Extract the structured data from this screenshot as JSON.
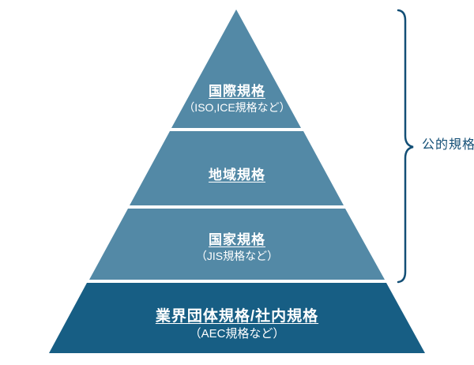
{
  "diagram": {
    "background": "#ffffff",
    "text_color": "#ffffff",
    "levels": [
      {
        "title": "国際規格",
        "subtitle": "（ISO,ICE規格など）",
        "color": "#5389A6"
      },
      {
        "title": "地域規格",
        "subtitle": "",
        "color": "#5389A6"
      },
      {
        "title": "国家規格",
        "subtitle": "（JIS規格など）",
        "color": "#5389A6"
      },
      {
        "title": "業界団体規格/社内規格",
        "subtitle": "（AEC規格など）",
        "color": "#175E84"
      }
    ],
    "brace": {
      "label": "公的規格",
      "color": "#134F76"
    }
  }
}
